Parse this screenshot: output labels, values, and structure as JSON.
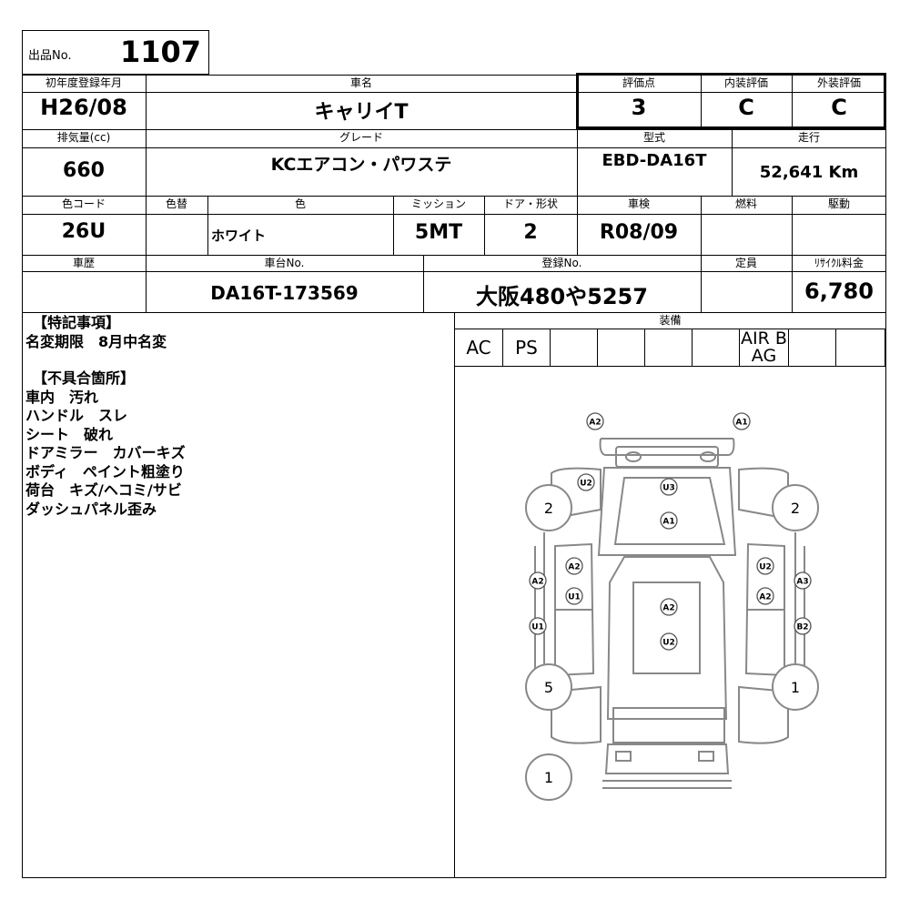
{
  "lot": {
    "label": "出品No.",
    "number": "1107"
  },
  "row1": {
    "labels": {
      "first_reg": "初年度登録年月",
      "car_name": "車名",
      "score": "評価点",
      "interior": "内装評価",
      "exterior": "外装評価"
    },
    "values": {
      "first_reg": "H26/08",
      "car_name": "キャリイT",
      "score": "3",
      "interior": "C",
      "exterior": "C"
    }
  },
  "row2": {
    "labels": {
      "displacement": "排気量(cc)",
      "grade": "グレード",
      "model": "型式",
      "mileage": "走行"
    },
    "values": {
      "displacement": "660",
      "grade": "KCエアコン・パワステ",
      "model": "EBD-DA16T",
      "mileage": "52,641 Km"
    }
  },
  "row3": {
    "labels": {
      "color_code": "色コード",
      "repaint": "色替",
      "color": "色",
      "transmission": "ミッション",
      "doors": "ドア・形状",
      "inspection": "車検",
      "fuel": "燃料",
      "drive": "駆動"
    },
    "values": {
      "color_code": "26U",
      "repaint": "",
      "color": "ホワイト",
      "transmission": "5MT",
      "doors": "2",
      "inspection": "R08/09",
      "fuel": "",
      "drive": ""
    }
  },
  "row4": {
    "labels": {
      "history": "車歴",
      "chassis": "車台No.",
      "registration": "登録No.",
      "capacity": "定員",
      "recycle": "ﾘｻｲｸﾙ料金"
    },
    "values": {
      "history": "",
      "chassis": "DA16T-173569",
      "registration": "大阪480や5257",
      "capacity": "",
      "recycle": "6,780"
    }
  },
  "notes": {
    "special_heading": "【特記事項】",
    "special_items": [
      "名変期限　8月中名変"
    ],
    "defects_heading": "【不具合箇所】",
    "defects_items": [
      "車内　汚れ",
      "ハンドル　スレ",
      "シート　破れ",
      "ドアミラー　カバーキズ",
      "ボディ　ペイント粗塗り",
      "荷台　キズ/ヘコミ/サビ",
      "ダッシュパネル歪み"
    ]
  },
  "equipment": {
    "label": "装備",
    "items": [
      "AC",
      "PS",
      "",
      "",
      "",
      "",
      "AIR BAG",
      "",
      ""
    ]
  },
  "diagram": {
    "tires": [
      "2",
      "2",
      "5",
      "1",
      "1"
    ],
    "damage_marks": [
      "A2",
      "A1",
      "U2",
      "U3",
      "A1",
      "A2",
      "U1",
      "A2",
      "U1",
      "A2",
      "U2",
      "U2",
      "A2",
      "A3",
      "B2"
    ]
  }
}
